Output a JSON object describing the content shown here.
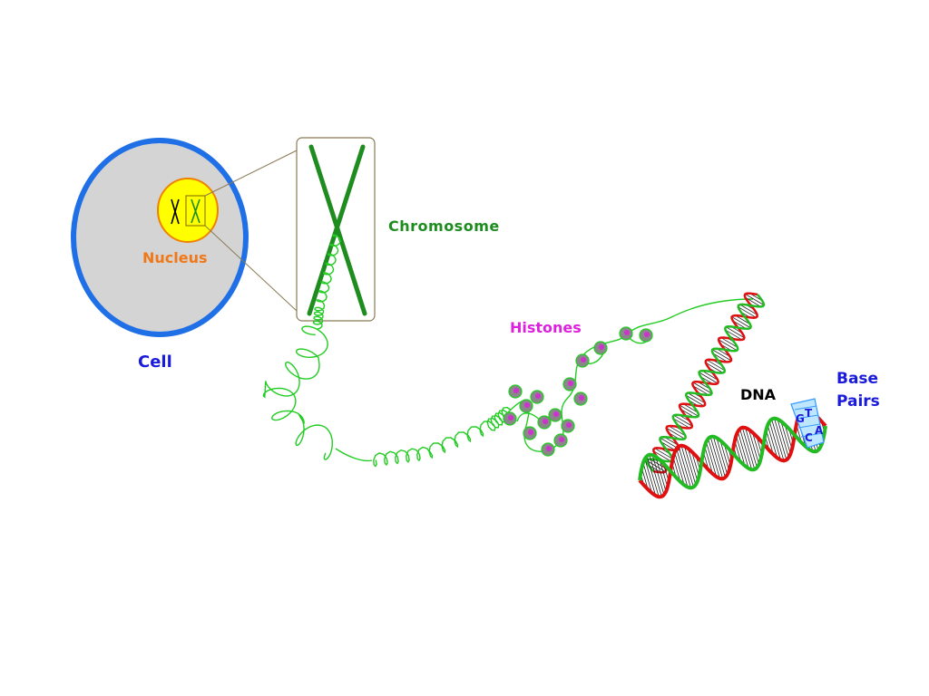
{
  "labels": {
    "cell": "Cell",
    "nucleus": "Nucleus",
    "chromosome": "Chromosome",
    "histones": "Histones",
    "dna": "DNA",
    "base_pairs_line1": "Base",
    "base_pairs_line2": "Pairs"
  },
  "base_letters": [
    "G",
    "T",
    "C",
    "A"
  ],
  "colors": {
    "cell_membrane": "#1f6fe6",
    "cytoplasm": "#d4d4d4",
    "nucleus_fill": "#ffff00",
    "nucleus_outline": "#f08000",
    "chromosome": "#1e8c1e",
    "fiber": "#22cc22",
    "histone": "#888888",
    "histone_core": "#cc33cc",
    "dna_strand_red": "#e01010",
    "dna_strand_green": "#22bb22",
    "base_pair_blue": "#3399ff",
    "label_blue": "#1a1adb",
    "label_orange": "#f07818",
    "label_green": "#1e8c1e",
    "label_magenta": "#dd22dd"
  }
}
